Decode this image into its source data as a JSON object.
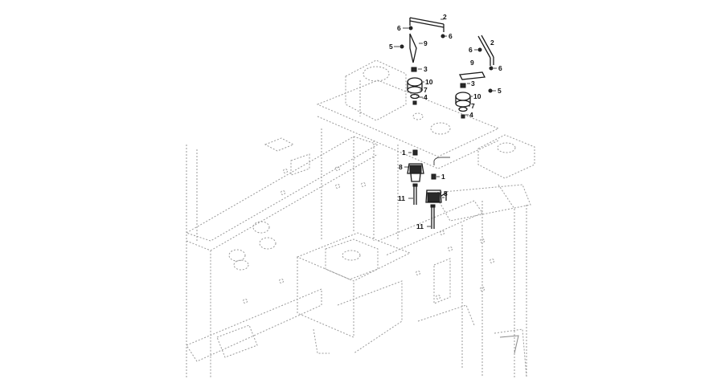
{
  "callouts": {
    "upper_left": {
      "n2": "2",
      "n6a": "6",
      "n6b": "6",
      "n5": "5",
      "n9": "9",
      "n3": "3",
      "n10": "10",
      "n7": "7",
      "n4": "4"
    },
    "upper_right": {
      "n2": "2",
      "n6a": "6",
      "n6b": "6",
      "n9": "9",
      "n3": "3",
      "n5": "5",
      "n10": "10",
      "n7": "7",
      "n4": "4"
    },
    "lower_left": {
      "n1": "1",
      "n8": "8",
      "n11": "11"
    },
    "lower_right": {
      "n1": "1",
      "n8": "8",
      "n11": "11"
    }
  }
}
